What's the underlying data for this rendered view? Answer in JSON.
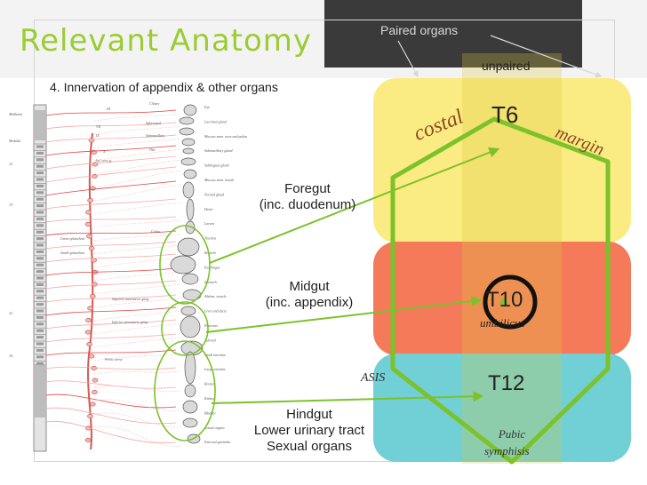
{
  "slide": {
    "title": "Relevant Anatomy",
    "subtitle": "4. Innervation of appendix & other organs"
  },
  "regions": {
    "paired_label": "Paired organs",
    "unpaired_label": "unpaired",
    "t6": "T6",
    "t10": "T10",
    "t12": "T12",
    "umbilicus": "umbilicus",
    "costal": "costal",
    "margin": "margin",
    "asis": "ASIS",
    "pubic": "Pubic",
    "symphisis": "symphisis"
  },
  "organs": {
    "foregut": [
      "Foregut",
      "(inc. duodenum)"
    ],
    "midgut": [
      "Midgut",
      "(inc. appendix)"
    ],
    "hindgut": [
      "Hindgut",
      "Lower urinary tract",
      "Sexual organs"
    ]
  },
  "illustration": {
    "spine_labels": [
      "Midbrain",
      "Medulla",
      "1C.",
      "1T.",
      "1L.",
      "1S."
    ],
    "nerve_labels": [
      "III",
      "VII",
      "IX",
      "X",
      "Inf. cerv. g.",
      "Great splanchnic",
      "Small splanchnic",
      "Superior mesenteric gang.",
      "Inferior mesenteric gang.",
      "Pelvic nerve",
      "Ciliary",
      "Sphenopal.",
      "Submaxillary",
      "Otic",
      "Celiac"
    ],
    "organ_labels": [
      "Eye",
      "Lacrimal gland",
      "Mucous mem. nose and palate",
      "Submaxillary gland",
      "Sublingual gland",
      "Mucous mem. mouth",
      "Parotid gland",
      "Heart",
      "Larynx",
      "Trachea",
      "Bronchi",
      "Esophagus",
      "Stomach",
      "Abdom. vessels",
      "Liver and ducts",
      "Pancreas",
      "Adrenal",
      "Small intestine",
      "Large intestine",
      "Rectum",
      "Kidney",
      "Bladder",
      "Sexual organs",
      "External genitalia"
    ]
  },
  "colors": {
    "title": "#9acd32",
    "accent_green": "#7cc22a",
    "yellow_region": "#fbeb83",
    "red_region": "#f47a5a",
    "teal_region": "#71cfd6",
    "nerve_red": "#e0413d"
  }
}
